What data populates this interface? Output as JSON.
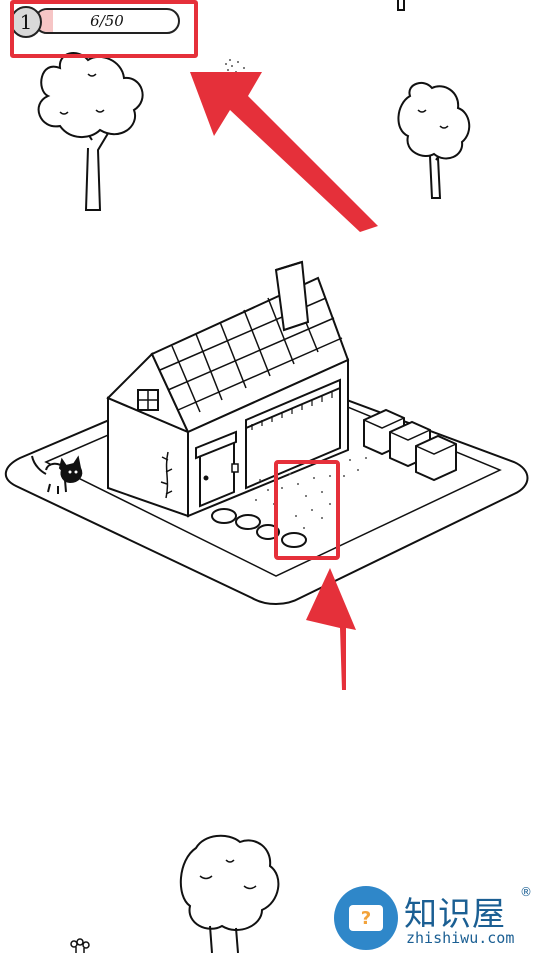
{
  "hud": {
    "level": "1",
    "progress_text": "6/50",
    "progress_found": 6,
    "progress_total": 50
  },
  "colors": {
    "hint_red": "#e5303a",
    "progress_fill": "#f6c5c5",
    "watermark_blue": "#2f87c9",
    "watermark_text": "#1b5f93"
  },
  "watermark": {
    "title": "知识屋",
    "subtitle": "zhishiwu.com",
    "registered": "®",
    "icon": "question-monitor-icon"
  }
}
